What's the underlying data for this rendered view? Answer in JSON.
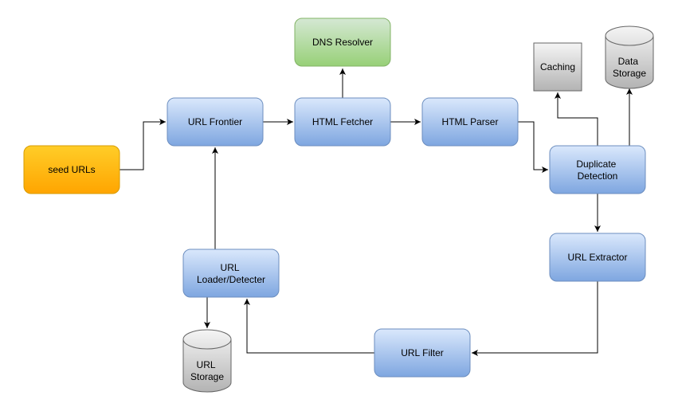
{
  "nodes": {
    "seed_urls": {
      "lines": [
        "seed URLs"
      ]
    },
    "url_frontier": {
      "lines": [
        "URL Frontier"
      ]
    },
    "html_fetcher": {
      "lines": [
        "HTML Fetcher"
      ]
    },
    "html_parser": {
      "lines": [
        "HTML Parser"
      ]
    },
    "dns_resolver": {
      "lines": [
        "DNS Resolver"
      ]
    },
    "caching": {
      "lines": [
        "Caching"
      ]
    },
    "data_storage": {
      "lines": [
        "Data",
        "Storage"
      ]
    },
    "duplicate_detection": {
      "lines": [
        "Duplicate",
        "Detection"
      ]
    },
    "url_extractor": {
      "lines": [
        "URL Extractor"
      ]
    },
    "url_filter": {
      "lines": [
        "URL Filter"
      ]
    },
    "url_loader": {
      "lines": [
        "URL",
        "Loader/Detecter"
      ]
    },
    "url_storage": {
      "lines": [
        "URL",
        "Storage"
      ]
    }
  },
  "colors": {
    "blue_top": "#dae8fc",
    "blue_bottom": "#7ea6e0",
    "blue_stroke": "#6c8ebf",
    "green_top": "#d5e8d4",
    "green_bottom": "#97d077",
    "green_stroke": "#82b366",
    "orange_top": "#ffcd28",
    "orange_bottom": "#ffa500",
    "orange_stroke": "#d79b00",
    "gray_top": "#f5f5f5",
    "gray_bottom": "#b3b3b3",
    "gray_stroke": "#666666",
    "edge": "#000000"
  }
}
